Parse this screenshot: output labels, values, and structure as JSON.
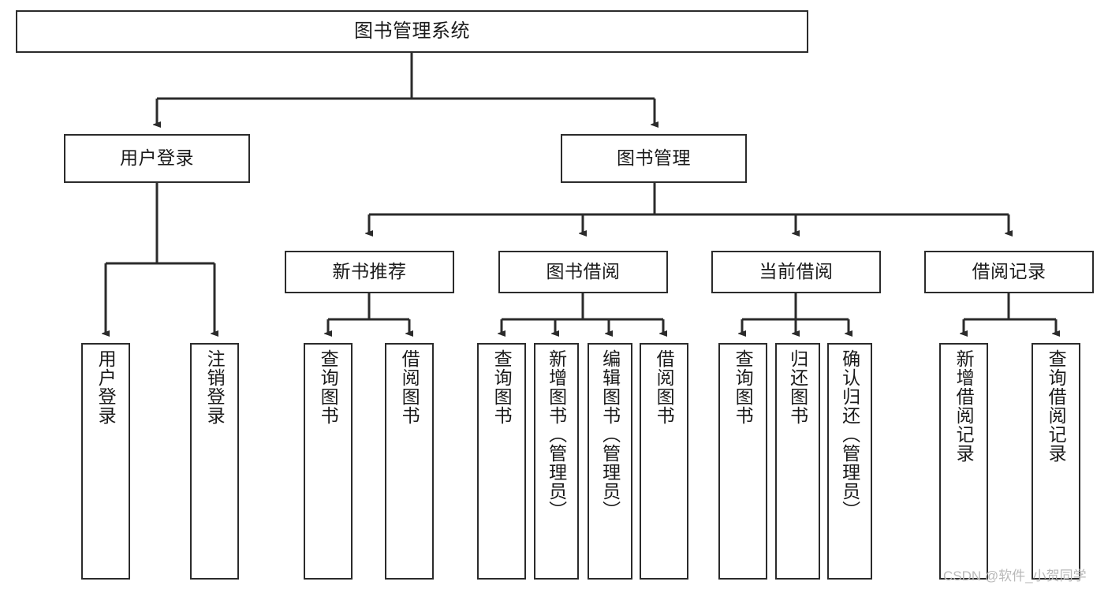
{
  "diagram": {
    "title_node": {
      "label": "图书管理系统"
    },
    "level1": [
      {
        "label": "用户登录"
      },
      {
        "label": "图书管理"
      }
    ],
    "level2": [
      {
        "label": "新书推荐"
      },
      {
        "label": "图书借阅"
      },
      {
        "label": "当前借阅"
      },
      {
        "label": "借阅记录"
      }
    ],
    "leaves": {
      "user_login": [
        {
          "label": "用户登录"
        },
        {
          "label": "注销登录"
        }
      ],
      "new_book_recommend": [
        {
          "label": "查询图书"
        },
        {
          "label": "借阅图书"
        }
      ],
      "book_borrow": [
        {
          "label": "查询图书"
        },
        {
          "label": "新增图书（管理员）"
        },
        {
          "label": "编辑图书（管理员）"
        },
        {
          "label": "借阅图书"
        }
      ],
      "current_borrow": [
        {
          "label": "查询图书"
        },
        {
          "label": "归还图书"
        },
        {
          "label": "确认归还（管理员）"
        }
      ],
      "borrow_record": [
        {
          "label": "新增借阅记录"
        },
        {
          "label": "查询借阅记录"
        }
      ]
    }
  },
  "watermark": {
    "text": "CSDN @软件_小贺同学"
  },
  "colors": {
    "box_border": "#2b2b2b",
    "box_fill": "#ffffff",
    "edge": "#2b2b2b",
    "text": "#1a1a1a",
    "watermark": "#b9b9b9"
  }
}
